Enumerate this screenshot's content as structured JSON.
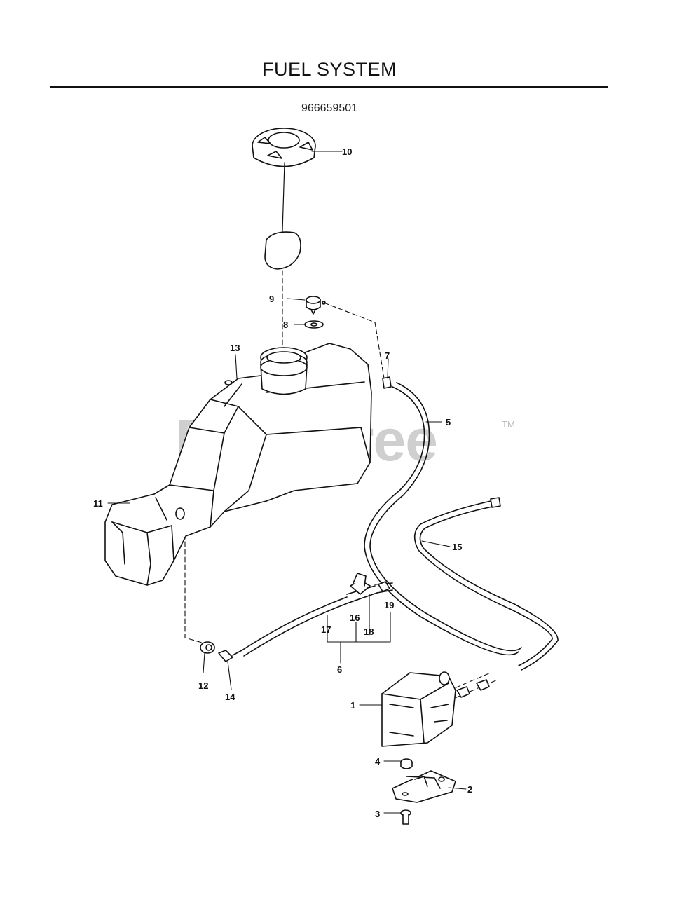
{
  "header": {
    "title": "FUEL SYSTEM",
    "model_number": "966659501"
  },
  "watermark": {
    "text": "PartsTree",
    "trademark": "TM"
  },
  "callouts": [
    {
      "id": "c1",
      "label": "1"
    },
    {
      "id": "c2",
      "label": "2"
    },
    {
      "id": "c3",
      "label": "3"
    },
    {
      "id": "c4",
      "label": "4"
    },
    {
      "id": "c5",
      "label": "5"
    },
    {
      "id": "c6",
      "label": "6"
    },
    {
      "id": "c7",
      "label": "7"
    },
    {
      "id": "c8",
      "label": "8"
    },
    {
      "id": "c9",
      "label": "9"
    },
    {
      "id": "c10",
      "label": "10"
    },
    {
      "id": "c11",
      "label": "11"
    },
    {
      "id": "c12",
      "label": "12"
    },
    {
      "id": "c13",
      "label": "13"
    },
    {
      "id": "c14",
      "label": "14"
    },
    {
      "id": "c15",
      "label": "15"
    },
    {
      "id": "c16",
      "label": "16"
    },
    {
      "id": "c17",
      "label": "17"
    },
    {
      "id": "c18",
      "label": "18"
    },
    {
      "id": "c19",
      "label": "19"
    }
  ]
}
